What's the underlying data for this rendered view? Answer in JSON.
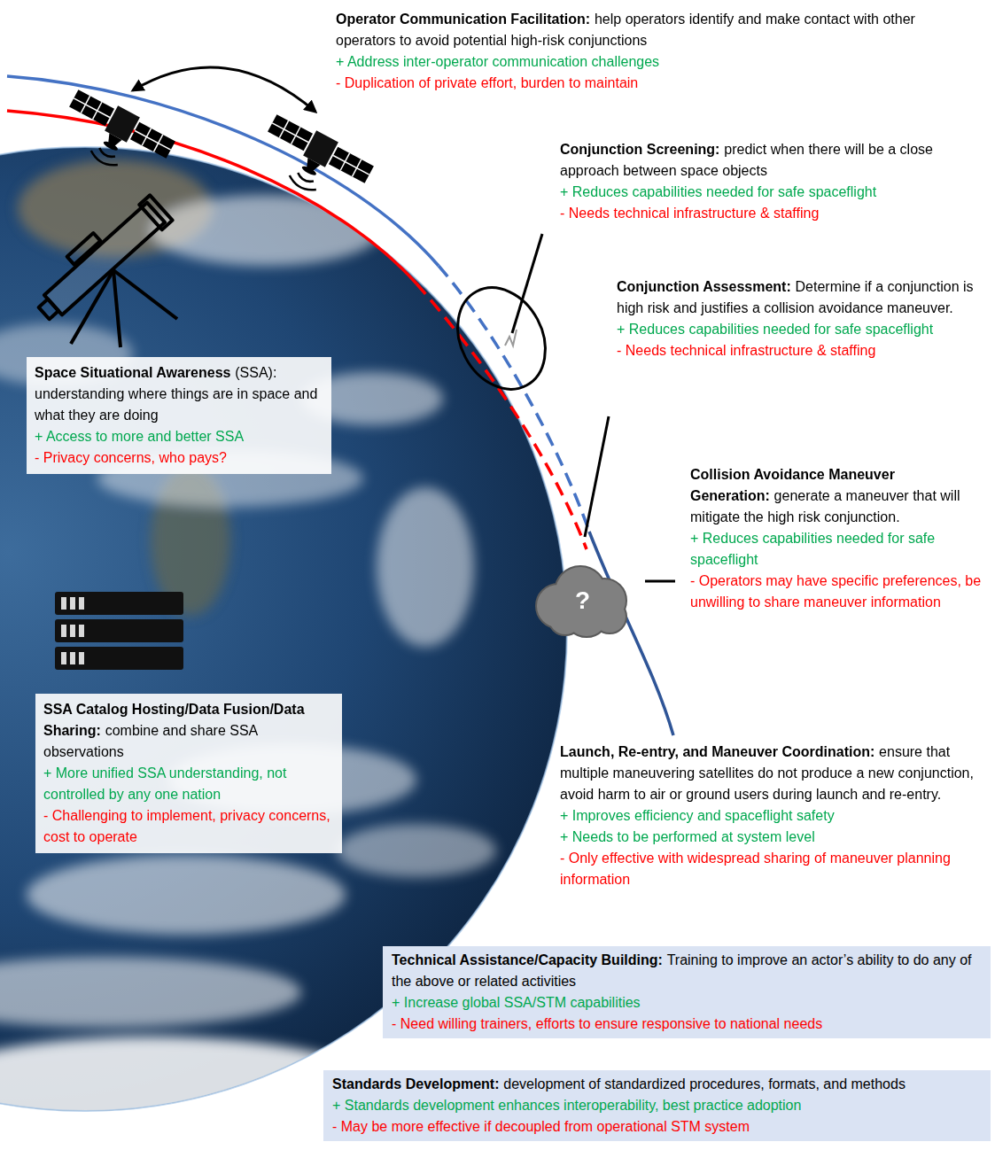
{
  "diagram": {
    "nodes": [
      {
        "text": [
          "Operator Communication Facilitation:",
          "help operators identify and make contact with other operators to avoid potential high-risk conjunctions",
          "+ Address inter-operator communication challenges",
          "- Duplication of private effort, burden to maintain"
        ]
      },
      {
        "text": [
          "Conjunction Screening:",
          "predict when there will be a close approach between space objects",
          "+ Reduces capabilities needed for safe spaceflight",
          "- Needs technical infrastructure & staffing"
        ]
      },
      {
        "text": [
          "Conjunction Assessment:",
          "Determine if a conjunction is high risk and justifies a collision avoidance maneuver.",
          "+ Reduces capabilities needed for safe spaceflight",
          "- Needs technical infrastructure & staffing"
        ]
      },
      {
        "text": [
          "Space Situational Awareness",
          "(SSA): understanding where things are in space and what they are doing",
          "+ Access to more and better SSA",
          "- Privacy concerns, who pays?"
        ]
      },
      {
        "text": [
          "Collision Avoidance Maneuver Generation:",
          "generate a maneuver that will mitigate the high risk conjunction.",
          "+ Reduces capabilities needed for safe spaceflight",
          "- Operators may have specific preferences, be unwilling to share maneuver information"
        ]
      },
      {
        "text": [
          "?"
        ]
      },
      {
        "text": [
          "SSA Catalog Hosting/Data Fusion/Data Sharing:",
          "combine and share SSA observations",
          "+ More unified SSA understanding, not controlled by any one nation",
          "- Challenging to implement, privacy concerns, cost to operate"
        ]
      },
      {
        "text": [
          "Launch, Re-entry, and Maneuver Coordination:",
          "ensure that multiple maneuvering satellites do not produce a new conjunction, avoid harm to air or ground users during launch and re-entry.",
          "+ Improves efficiency and spaceflight safety",
          "+ Needs to be performed at system level",
          "- Only effective with widespread sharing of maneuver planning information"
        ]
      },
      {
        "text": [
          "Technical Assistance/Capacity Building:",
          "Training to improve an actor’s ability to do any of the above or related activities",
          "+ Increase global SSA/STM capabilities",
          "- Need willing trainers, efforts to ensure responsive to national needs"
        ]
      },
      {
        "text": [
          "Standards Development:",
          "development of standardized procedures, formats, and methods",
          "+ Standards development enhances interoperability, best practice adoption",
          "- May be more effective if decoupled from operational STM system"
        ]
      }
    ]
  }
}
